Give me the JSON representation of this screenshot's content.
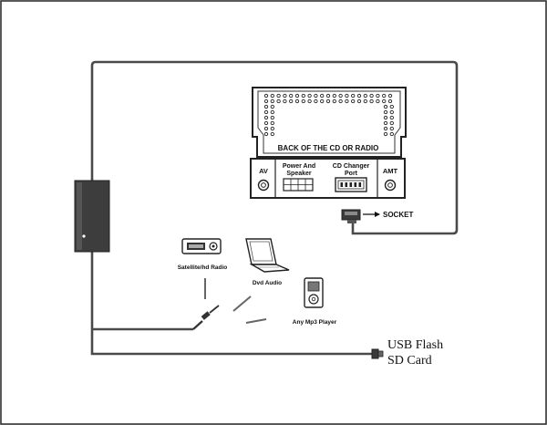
{
  "head_unit": {
    "title": "BACK OF THE CD OR RADIO",
    "ports": {
      "av": "AV",
      "power_line1": "Power And",
      "power_line2": "Speaker",
      "changer_line1": "CD Changer",
      "changer_line2": "Port",
      "amt": "AMT"
    }
  },
  "socket_label": "SOCKET",
  "devices": {
    "satellite_radio": "Satellite/hd Radio",
    "dvd_audio": "Dvd Audio",
    "mp3_player": "Any Mp3 Player"
  },
  "usb": {
    "line1": "USB Flash",
    "line2": "SD Card"
  },
  "colors": {
    "line": "#4a4a4a",
    "module": "#3a3a3a",
    "ink": "#111111"
  }
}
